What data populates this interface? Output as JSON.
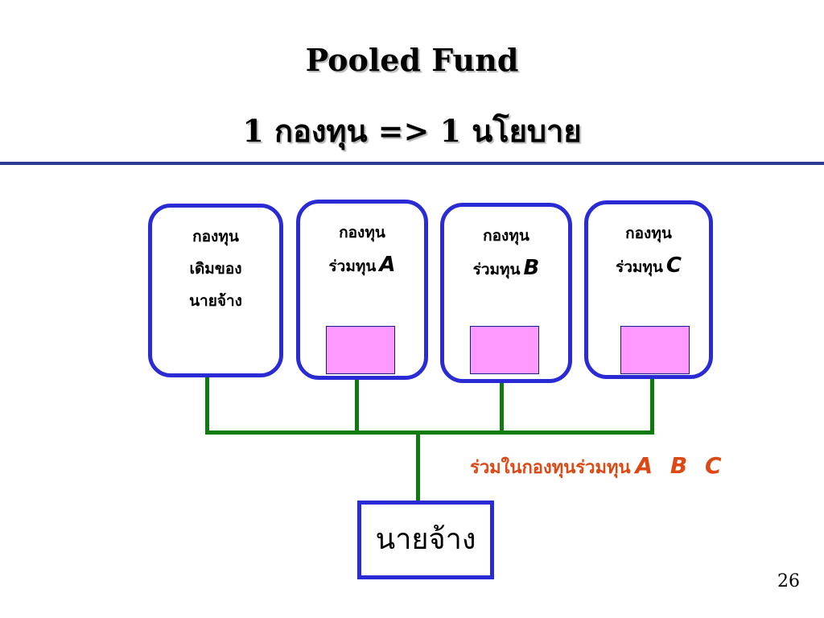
{
  "title": "Pooled Fund",
  "subtitle": "1 กองทุน => 1 นโยบาย",
  "funds": [
    {
      "lines": [
        "กองทุน",
        "เดิมของ",
        "นายจ้าง"
      ],
      "letter": ""
    },
    {
      "lines": [
        "กองทุน",
        "ร่วมทุน"
      ],
      "letter": "A"
    },
    {
      "lines": [
        "กองทุน",
        "ร่วมทุน"
      ],
      "letter": "B"
    },
    {
      "lines": [
        "กองทุน",
        "ร่วมทุน"
      ],
      "letter": "C"
    }
  ],
  "participation": {
    "text": "ร่วมในกองทุนร่วมทุน",
    "letters": "A B C"
  },
  "employer": "นายจ้าง",
  "page_number": "26",
  "colors": {
    "rule": "#2e3a92",
    "box_border": "#2b2bd6",
    "pink_box": "#ff99ff",
    "connector": "#0e7b0e",
    "participation_text": "#dd4814"
  }
}
